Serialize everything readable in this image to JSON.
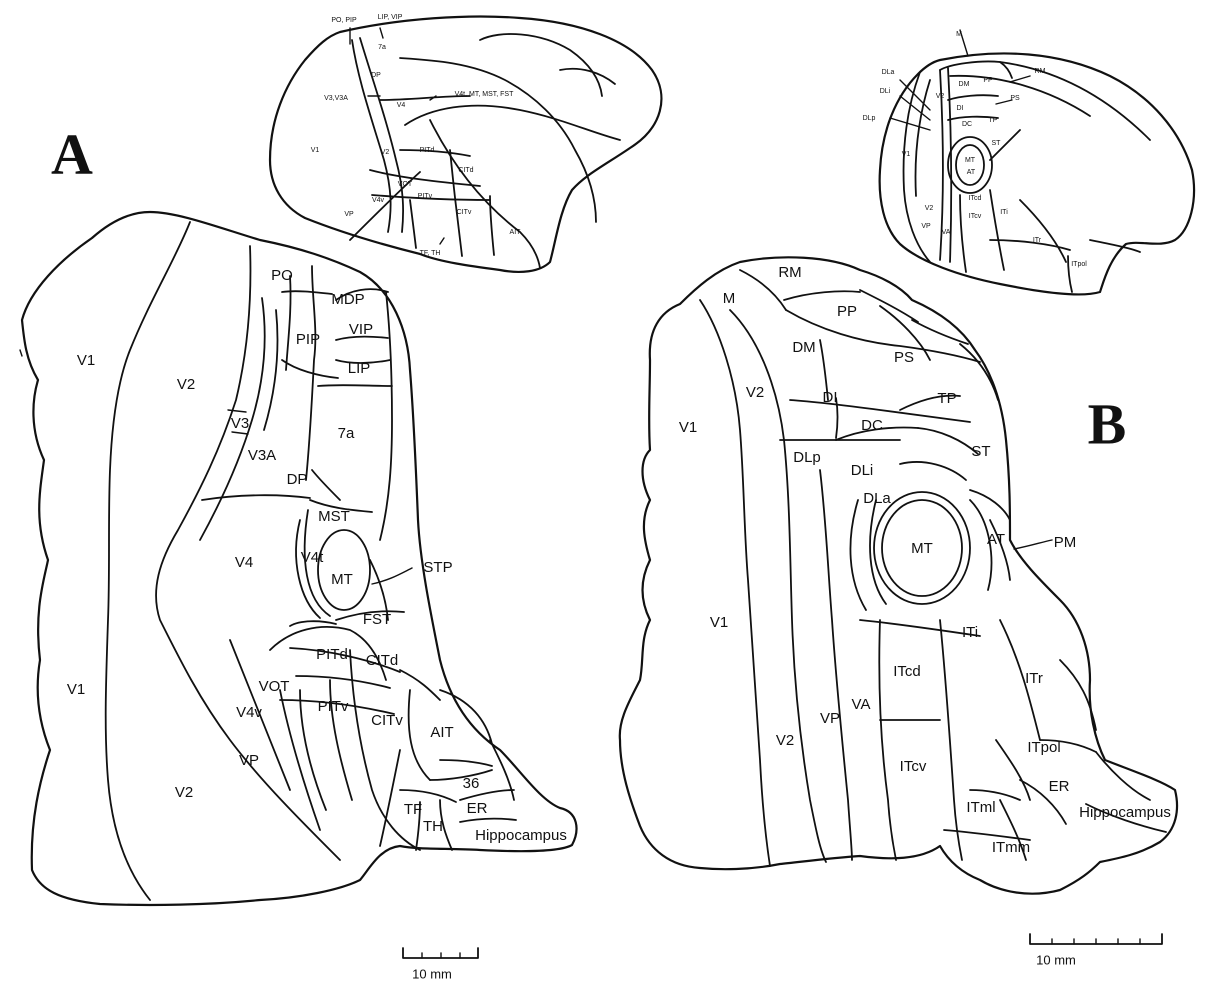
{
  "panels": {
    "a": {
      "letter": "A",
      "scale_bar": "10 mm",
      "flat_map_labels": {
        "v1_upper": "V1",
        "v1_lower": "V1",
        "v2_upper": "V2",
        "v2_lower": "V2",
        "v3": "V3",
        "v3a": "V3A",
        "po": "PO",
        "mdp": "MDP",
        "pip": "PIP",
        "vip": "VIP",
        "lip": "LIP",
        "a7a": "7a",
        "dp": "DP",
        "mst": "MST",
        "v4": "V4",
        "v4t": "V4t",
        "mt": "MT",
        "stp": "STP",
        "fst": "FST",
        "pitd": "PITd",
        "citd": "CITd",
        "vot": "VOT",
        "v4v": "V4v",
        "pitv": "PITv",
        "citv": "CITv",
        "ait": "AIT",
        "vp": "VP",
        "a36": "36",
        "tf": "TF",
        "th": "TH",
        "er": "ER",
        "hippocampus": "Hippocampus"
      },
      "brain_labels": {
        "po_pip": "PO, PIP",
        "lip_vip": "LIP, VIP",
        "a7a": "7a",
        "dp": "DP",
        "v3_v3a": "V3,V3A",
        "v4": "V4",
        "v4t_group": "V4t, MT, MST, FST",
        "v1": "V1",
        "v2": "V2",
        "pitd": "PITd",
        "citd": "CITd",
        "vot": "VOT",
        "vp": "VP",
        "v4v": "V4v",
        "pitv": "PITv",
        "citv": "CITv",
        "ait": "AIT",
        "tf_th": "TF, TH"
      }
    },
    "b": {
      "letter": "B",
      "scale_bar": "10 mm",
      "flat_map_labels": {
        "rm": "RM",
        "m": "M",
        "pp": "PP",
        "dm": "DM",
        "ps": "PS",
        "v1_upper": "V1",
        "v1_lower": "V1",
        "v2_upper": "V2",
        "v2_lower": "V2",
        "di": "DI",
        "tp": "TP",
        "dc": "DC",
        "dlp": "DLp",
        "st": "ST",
        "dli": "DLi",
        "dla": "DLa",
        "mt": "MT",
        "at": "AT",
        "pm": "PM",
        "vp": "VP",
        "va": "VA",
        "itcd": "ITcd",
        "iti": "ITi",
        "itr": "ITr",
        "itcv": "ITcv",
        "itpol": "ITpol",
        "er": "ER",
        "itml": "ITml",
        "itmm": "ITmm",
        "hippocampus": "Hippocampus"
      },
      "brain_labels": {
        "m": "M",
        "rm": "RM",
        "dla": "DLa",
        "dli": "DLi",
        "dlp": "DLp",
        "dm": "DM",
        "pp": "PP",
        "v2": "V2",
        "di": "DI",
        "dc": "DC",
        "ps": "PS",
        "tp": "TP",
        "st": "ST",
        "mt": "MT",
        "v1": "V1",
        "at": "AT",
        "itcd": "ITcd",
        "itcv": "ITcv",
        "iti": "ITi",
        "v2_lower": "V2",
        "vp": "VP",
        "va": "VA",
        "itr": "ITr",
        "itpol": "ITpol"
      }
    }
  }
}
